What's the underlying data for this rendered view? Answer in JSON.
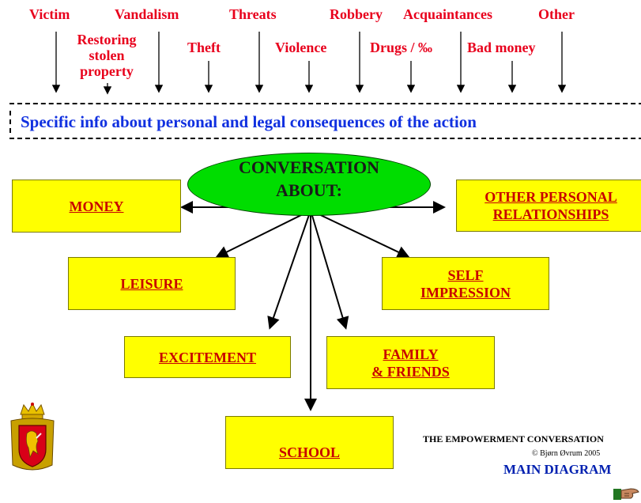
{
  "top_labels": {
    "victim": "Victim",
    "vandalism": "Vandalism",
    "threats": "Threats",
    "robbery": "Robbery",
    "acquaintances": "Acquaintances",
    "other": "Other",
    "restoring_1": "Restoring",
    "restoring_2": "stolen",
    "restoring_3": "property",
    "theft": "Theft",
    "violence": "Violence",
    "drugs": "Drugs / ‰",
    "bad_money": "Bad money"
  },
  "info_banner": "Specific info about personal and legal consequences of the action",
  "center": {
    "line1": "CONVERSATION",
    "line2": "ABOUT:"
  },
  "topics": {
    "money": "MONEY",
    "other_personal_1": "OTHER PERSONAL",
    "other_personal_2": "RELATIONSHIPS",
    "leisure": "LEISURE",
    "self_impression_1": "SELF",
    "self_impression_2": "IMPRESSION",
    "excitement": "EXCITEMENT",
    "family_1": "FAMILY",
    "family_2": "& FRIENDS",
    "school": "SCHOOL"
  },
  "footer": {
    "title": "THE EMPOWERMENT CONVERSATION",
    "copyright": "© Bjørn Øvrum 2005",
    "main_diagram": "MAIN DIAGRAM"
  },
  "colors": {
    "label_red": "#e8001c",
    "banner_blue": "#1030e0",
    "box_yellow": "#ffff00",
    "link_red": "#c80000",
    "ellipse_green": "#00dd00",
    "footer_blue": "#0020b0"
  },
  "icons": {
    "emblem": "coat-of-arms-lion-icon",
    "nav": "hand-pointer-icon"
  }
}
